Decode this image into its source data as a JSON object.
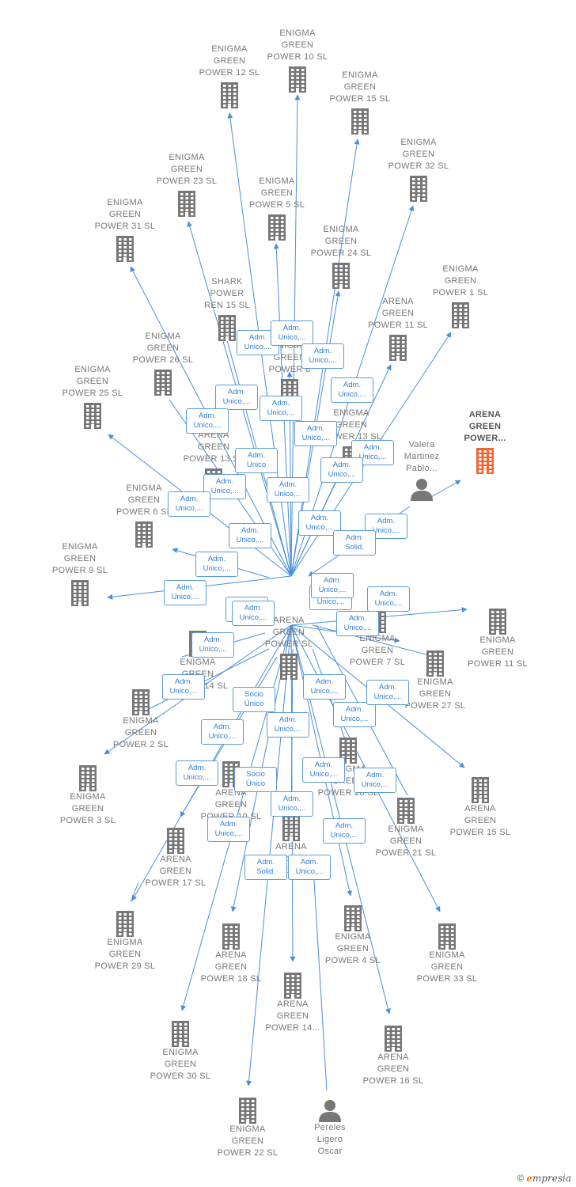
{
  "colors": {
    "edge": "#4a8fd8",
    "company": "#777777",
    "focus": "#f26530",
    "person": "#777777",
    "label_border": "#5b9bd5",
    "label_text": "#2f7fd3"
  },
  "icons": {
    "company": "building-icon",
    "person": "person-icon"
  },
  "nodes": [
    {
      "id": "hub",
      "label": "ARENA\nGREEN\nPOWER  SL",
      "kind": "company"
    },
    {
      "id": "n1",
      "label": "ENIGMA\nGREEN\nPOWER 12  SL",
      "kind": "company"
    },
    {
      "id": "n2",
      "label": "ENIGMA\nGREEN\nPOWER 10  SL",
      "kind": "company"
    },
    {
      "id": "n3",
      "label": "ENIGMA\nGREEN\nPOWER 15  SL",
      "kind": "company"
    },
    {
      "id": "n4",
      "label": "ENIGMA\nGREEN\nPOWER 32  SL",
      "kind": "company"
    },
    {
      "id": "n5",
      "label": "ENIGMA\nGREEN\nPOWER 23  SL",
      "kind": "company"
    },
    {
      "id": "n6",
      "label": "ENIGMA\nGREEN\nPOWER 5  SL",
      "kind": "company"
    },
    {
      "id": "n7",
      "label": "ENIGMA\nGREEN\nPOWER 31  SL",
      "kind": "company"
    },
    {
      "id": "n8",
      "label": "ENIGMA\nGREEN\nPOWER 24  SL",
      "kind": "company"
    },
    {
      "id": "n9",
      "label": "ENIGMA\nGREEN\nPOWER 1  SL",
      "kind": "company"
    },
    {
      "id": "n10",
      "label": "SHARK\nPOWER\nREN 15  SL",
      "kind": "company"
    },
    {
      "id": "n11",
      "label": "ARENA\nGREEN\nPOWER 11  SL",
      "kind": "company"
    },
    {
      "id": "n12",
      "label": "ARENA\nGREEN\nPOWER...",
      "kind": "company",
      "focus": true
    },
    {
      "id": "n13",
      "label": "ENIGMA\nGREEN\nPOWER 26  SL",
      "kind": "company"
    },
    {
      "id": "n14",
      "label": "ENIGMA\nGREEN\nPOWER 25  SL",
      "kind": "company"
    },
    {
      "id": "n15",
      "label": "Valera\nMartinez\nPablo...",
      "kind": "person"
    },
    {
      "id": "n16",
      "label": "ENIGMA\nGREEN\nPOWER 6  SL",
      "kind": "company"
    },
    {
      "id": "n17",
      "label": "ENIGMA\nGREEN\nPOWER 9  SL",
      "kind": "company"
    },
    {
      "id": "n18",
      "label": "ENIGMA\nGREEN\nPOWER 11  SL",
      "kind": "company"
    },
    {
      "id": "n19",
      "label": "ENIGMA\nGREEN\nPOWER 27  SL",
      "kind": "company"
    },
    {
      "id": "n20",
      "label": "ENIGMA\nGREEN\nPOWER 2  SL",
      "kind": "company"
    },
    {
      "id": "n21",
      "label": "ENIGMA\nGREEN\nPOWER 3  SL",
      "kind": "company"
    },
    {
      "id": "n22",
      "label": "ARENA\nGREEN\nPOWER 15  SL",
      "kind": "company"
    },
    {
      "id": "n23",
      "label": "ENIGMA\nGREEN\nPOWER 21  SL",
      "kind": "company"
    },
    {
      "id": "n24",
      "label": "ARENA\nGREEN\nPOWER 17  SL",
      "kind": "company"
    },
    {
      "id": "n25",
      "label": "ENIGMA\nGREEN\nPOWER 29  SL",
      "kind": "company"
    },
    {
      "id": "n26",
      "label": "ARENA\nGREEN\nPOWER 18  SL",
      "kind": "company"
    },
    {
      "id": "n27",
      "label": "ENIGMA\nGREEN\nPOWER 4  SL",
      "kind": "company"
    },
    {
      "id": "n28",
      "label": "ENIGMA\nGREEN\nPOWER 33  SL",
      "kind": "company"
    },
    {
      "id": "n29",
      "label": "ARENA\nGREEN\nPOWER 14...",
      "kind": "company"
    },
    {
      "id": "n30",
      "label": "ENIGMA\nGREEN\nPOWER 30  SL",
      "kind": "company"
    },
    {
      "id": "n31",
      "label": "ARENA\nGREEN\nPOWER 16  SL",
      "kind": "company"
    },
    {
      "id": "n32",
      "label": "ENIGMA\nGREEN\nPOWER 22  SL",
      "kind": "company"
    },
    {
      "id": "n33",
      "label": "Pereles\nLigero\nOscar",
      "kind": "person"
    },
    {
      "id": "n34",
      "label": "ENIGMA\nGREEN\nPOWER 8",
      "kind": "company"
    },
    {
      "id": "n35",
      "label": "ARENA\nGREEN\nPOWER 13  SL",
      "kind": "company"
    },
    {
      "id": "n36",
      "label": "ENIGMA\nGREEN\nPOWER 13  SL",
      "kind": "company"
    },
    {
      "id": "n37",
      "label": "ENIGMA\nGREEN\nPOWER 7  SL",
      "kind": "company"
    },
    {
      "id": "n38",
      "label": "ENIGMA\nGREEN\nPOWER 14  SL",
      "kind": "company"
    },
    {
      "id": "n39",
      "label": "ARENA\nGREEN\nPOWER 10  SL",
      "kind": "company"
    },
    {
      "id": "n40",
      "label": "ENIGMA\nGREEN\nPOWER 28  SL",
      "kind": "company"
    },
    {
      "id": "n41",
      "label": "ARENA\nGREEN\nPOWER 12  SL",
      "kind": "company"
    }
  ],
  "edge_labels": [
    "Adm.\nUnico,...",
    "Adm.\nUnico,...",
    "Adm.\nUnico,...",
    "Adm.\nUnico,...",
    "Adm.\nUnico,...",
    "Adm.\nUnico,...",
    "Adm.\nUnico,...",
    "Adm.\nUnico,...",
    "Adm.\nUnico,...",
    "Adm.\nUnico",
    "Adm.\nUnico,...",
    "Adm.\nUnico,...",
    "Adm.\nUnico,...",
    "Adm.\nUnico,...",
    "Adm.\nUnico,...",
    "Adm.\nUnico,...",
    "Adm.\nSolid.",
    "Adm.\nUnico,...",
    "Adm.\nUnico,...",
    "Adm.\nUnico,...",
    "Adm.\nUnico,...",
    "Adm.\nUnico,...",
    "Adm.\nUnico,...",
    "Adm.\nUnico,...",
    "Adm.\nUnico,...",
    "Socio\nÚnico",
    "Adm.\nUnico,...",
    "Adm.\nUnico,...",
    "Adm.\nUnico,...",
    "Adm.\nUnico,...",
    "Adm.\nUnico,...",
    "Adm.\nUnico,...",
    "Socio\nÚnico",
    "Adm.\nUnico,...",
    "Adm.\nUnico,...",
    "Adm.\nUnico,...",
    "Adm.\nUnico,...",
    "Adm.\nUnico,...",
    "Adm.\nUnico,...",
    "Adm.\nSolid.",
    "Adm.\nUnico,...",
    "Adm.\nUnico,...",
    "Adm.\nUnico,..."
  ],
  "footer": {
    "copyright": "©",
    "brand_initial": "e",
    "brand_rest": "mpresia"
  }
}
